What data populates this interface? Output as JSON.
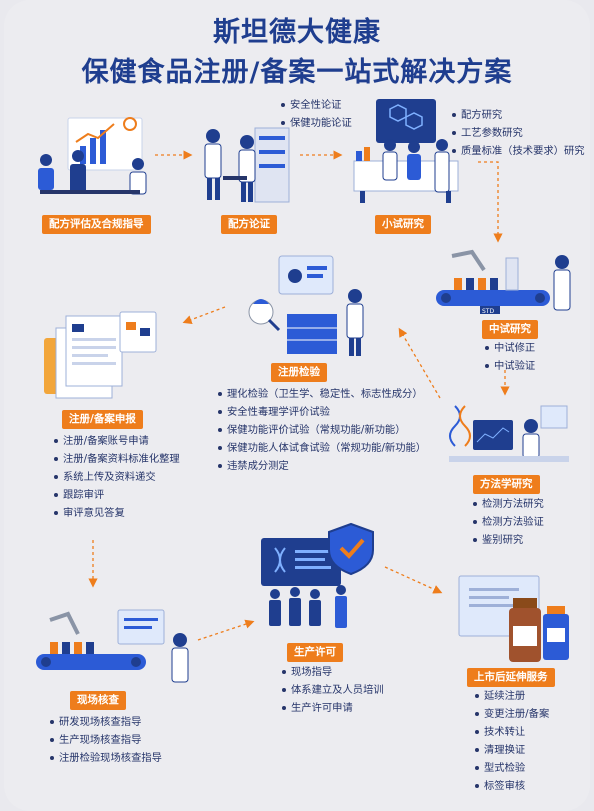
{
  "title": {
    "line1": "斯坦德大健康",
    "line2": "保健食品注册/备案一站式解决方案"
  },
  "colors": {
    "brand_blue": "#1f3e8f",
    "accent_orange": "#ee7d1c",
    "text": "#26356a",
    "background": "#ececf0"
  },
  "stages": {
    "formula_eval": {
      "label": "配方评估及合规指导",
      "items": []
    },
    "formula_demo": {
      "label": "配方论证",
      "items": [
        "安全性论证",
        "保健功能论证"
      ]
    },
    "pilot": {
      "label": "小试研究",
      "items": [
        "配方研究",
        "工艺参数研究",
        "质量标准（技术要求）研究"
      ]
    },
    "midscale": {
      "label": "中试研究",
      "items": [
        "中试修正",
        "中试验证"
      ]
    },
    "method": {
      "label": "方法学研究",
      "items": [
        "检测方法研究",
        "检测方法验证",
        "鉴别研究"
      ]
    },
    "reg_test": {
      "label": "注册检验",
      "items": [
        "理化检验（卫生学、稳定性、标志性成分）",
        "安全性毒理学评价试验",
        "保健功能评价试验（常规功能/新功能）",
        "保健功能人体试食试验（常规功能/新功能）",
        "违禁成分测定"
      ]
    },
    "filing": {
      "label": "注册/备案申报",
      "items": [
        "注册/备案账号申请",
        "注册/备案资料标准化整理",
        "系统上传及资料递交",
        "跟踪审评",
        "审评意见答复"
      ]
    },
    "onsite": {
      "label": "现场核查",
      "items": [
        "研发现场核查指导",
        "生产现场核查指导",
        "注册检验现场核查指导"
      ]
    },
    "production": {
      "label": "生产许可",
      "items": [
        "现场指导",
        "体系建立及人员培训",
        "生产许可申请"
      ]
    },
    "postmarket": {
      "label": "上市后延伸服务",
      "items": [
        "延续注册",
        "变更注册/备案",
        "技术转让",
        "清理换证",
        "型式检验",
        "标签审核"
      ]
    }
  },
  "icons": [
    "presentation-board",
    "lab-scientists",
    "molecule-screen",
    "robot-arm-line",
    "microscope-lab",
    "document-stack",
    "dna-screen",
    "shield-check",
    "medicine-bottle"
  ],
  "logo_text": "STD"
}
